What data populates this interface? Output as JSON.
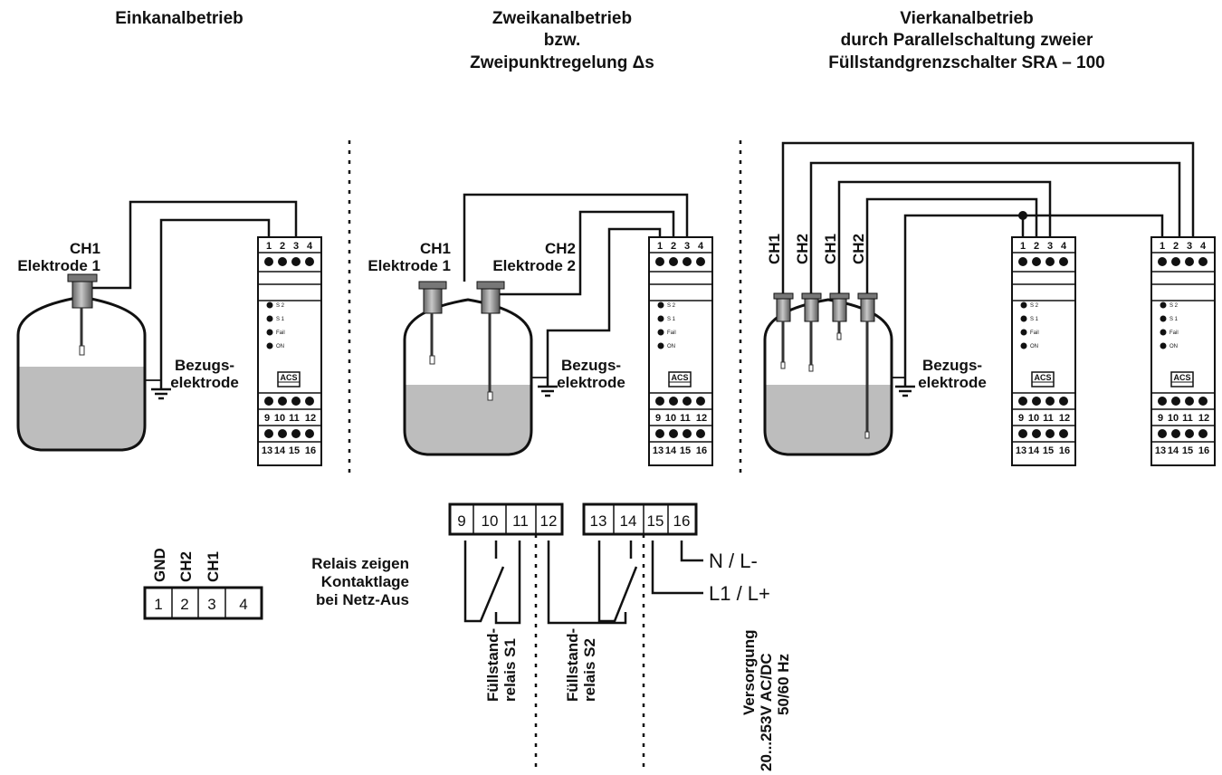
{
  "titles": {
    "single": "Einkanalbetrieb",
    "dual": [
      "Zweikanalbetrieb",
      "bzw.",
      "Zweipunktregelung Δs"
    ],
    "quad": [
      "Vierkanalbetrieb",
      "durch Parallelschaltung zweier",
      "Füllstandgrenzschalter SRA – 100"
    ]
  },
  "single": {
    "ch_label": "CH1",
    "electrode_label": "Elektrode 1",
    "ref_label": [
      "Bezugs-",
      "elektrode"
    ]
  },
  "dual": {
    "ch1_label": "CH1",
    "electrode1_label": "Elektrode 1",
    "ch2_label": "CH2",
    "electrode2_label": "Elektrode 2",
    "ref_label": [
      "Bezugs-",
      "elektrode"
    ]
  },
  "quad": {
    "probe_labels": [
      "CH1",
      "CH2",
      "CH1",
      "CH2"
    ],
    "ref_label": [
      "Bezugs-",
      "elektrode"
    ]
  },
  "module": {
    "top_terminals": [
      "1",
      "2",
      "3",
      "4"
    ],
    "mid_terminals": [
      "9",
      "10",
      "11",
      "12"
    ],
    "bottom_terminals": [
      "13",
      "14",
      "15",
      "16"
    ],
    "leds": [
      "S 2",
      "S 1",
      "Fail",
      "ON"
    ],
    "logo": "ACS"
  },
  "pinout": {
    "signals": [
      "GND",
      "CH2",
      "CH1"
    ],
    "terminals": [
      "1",
      "2",
      "3",
      "4"
    ]
  },
  "relay_block": {
    "terminals_left": [
      "9",
      "10",
      "11",
      "12"
    ],
    "terminals_right": [
      "13",
      "14",
      "15",
      "16"
    ],
    "note": [
      "Relais zeigen",
      "Kontaktlage",
      "bei Netz-Aus"
    ],
    "relay_s1": [
      "Füllstand-",
      "relais S1"
    ],
    "relay_s2": [
      "Füllstand-",
      "relais S2"
    ],
    "supply_note": [
      "Versorgung",
      "20...253V AC/DC",
      "50/60 Hz"
    ],
    "neutral_label": "N  / L-",
    "line_label": "L1 / L+"
  }
}
